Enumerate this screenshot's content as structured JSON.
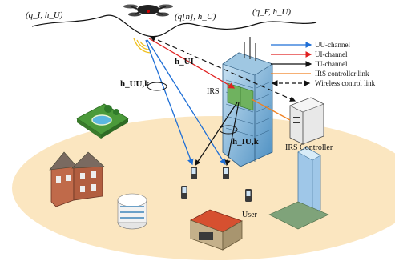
{
  "labels": {
    "q_start": "(q_I, h_U)",
    "q_n": "(q[n], h_U)",
    "q_end": "(q_F, h_U)",
    "h_ui": "h_UI",
    "h_uuk": "h_UU,k",
    "h_iuk": "h_IU,k",
    "irs": "IRS",
    "irs_controller": "IRS Controller",
    "user": "User"
  },
  "legend": [
    {
      "label": "UU-channel",
      "color": "#1f6fd6",
      "style": "solid"
    },
    {
      "label": "UI-channel",
      "color": "#e02020",
      "style": "solid"
    },
    {
      "label": "IU-channel",
      "color": "#111111",
      "style": "solid"
    },
    {
      "label": "IRS controller link",
      "color": "#f08020",
      "style": "solid"
    },
    {
      "label": "Wireless control link",
      "color": "#111111",
      "style": "dashed"
    }
  ],
  "colors": {
    "ground": "#fbe6c0",
    "irs_tint": "#5aa0cf"
  }
}
